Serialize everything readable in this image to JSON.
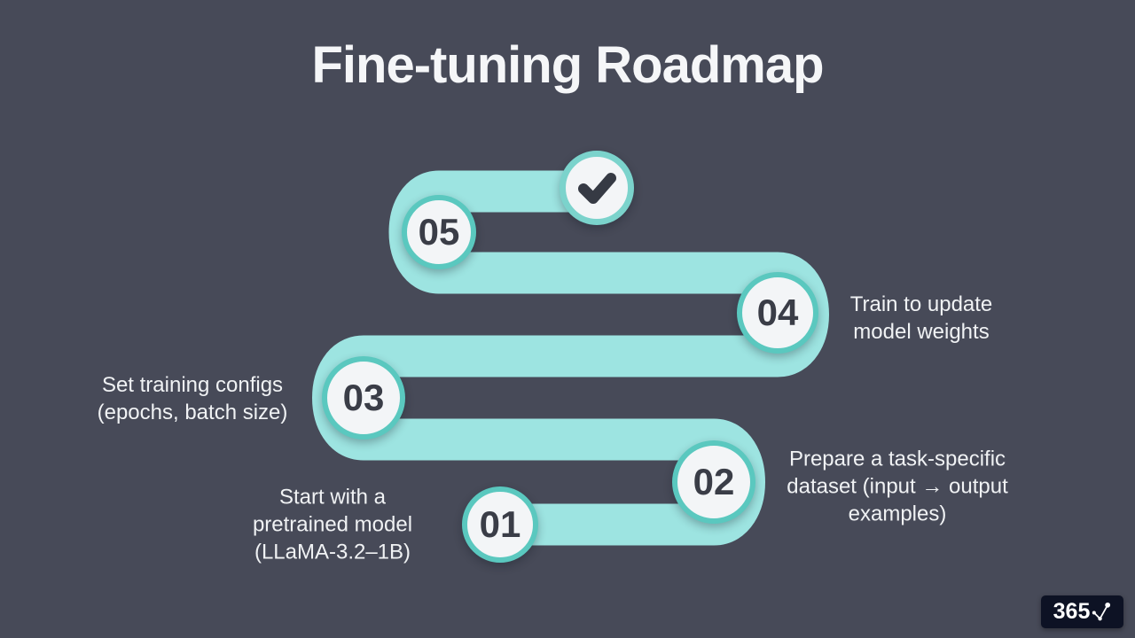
{
  "title": "Fine-tuning Roadmap",
  "steps": [
    {
      "number": "01",
      "lines": [
        "Start with a",
        "pretrained model",
        "(LLaMA-3.2–1B)"
      ]
    },
    {
      "number": "02",
      "lines": [
        "Prepare a task-specific",
        "dataset (input → output",
        "examples)"
      ]
    },
    {
      "number": "03",
      "lines": [
        "Set training configs",
        "(epochs, batch size)"
      ]
    },
    {
      "number": "04",
      "lines": [
        "Train to update",
        "model weights"
      ]
    },
    {
      "number": "05",
      "lines": []
    },
    {
      "icon": "check-icon"
    }
  ],
  "logo": {
    "text": "365",
    "glyph_icon": "line-chart-check-icon"
  },
  "colors": {
    "background": "#474A58",
    "path_teal": "#9DE4E1",
    "circle_ring": "#5AC8BF",
    "check_ring": "#7BD3CC",
    "circle_fill": "#F3F5F7",
    "number_text": "#3A3D47",
    "label_text": "#F0F2F4",
    "logo_background": "#0D1224"
  }
}
